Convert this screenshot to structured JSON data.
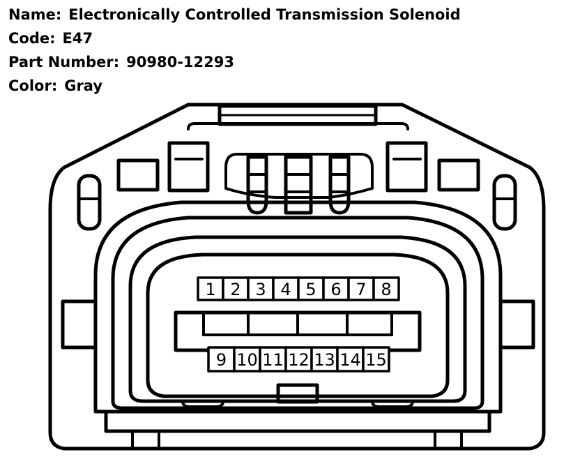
{
  "info": {
    "name_label": "Name:",
    "name_value": "Electronically Controlled Transmission Solenoid",
    "code_label": "Code:",
    "code_value": "E47",
    "part_label": "Part Number:",
    "part_value": "90980-12293",
    "color_label": "Color:",
    "color_value": "Gray"
  },
  "pins": {
    "top_row": [
      "1",
      "2",
      "3",
      "4",
      "5",
      "6",
      "7",
      "8"
    ],
    "bottom_row": [
      "9",
      "10",
      "11",
      "12",
      "13",
      "14",
      "15"
    ]
  },
  "colors": {
    "line": "#000000",
    "background": "#ffffff"
  }
}
